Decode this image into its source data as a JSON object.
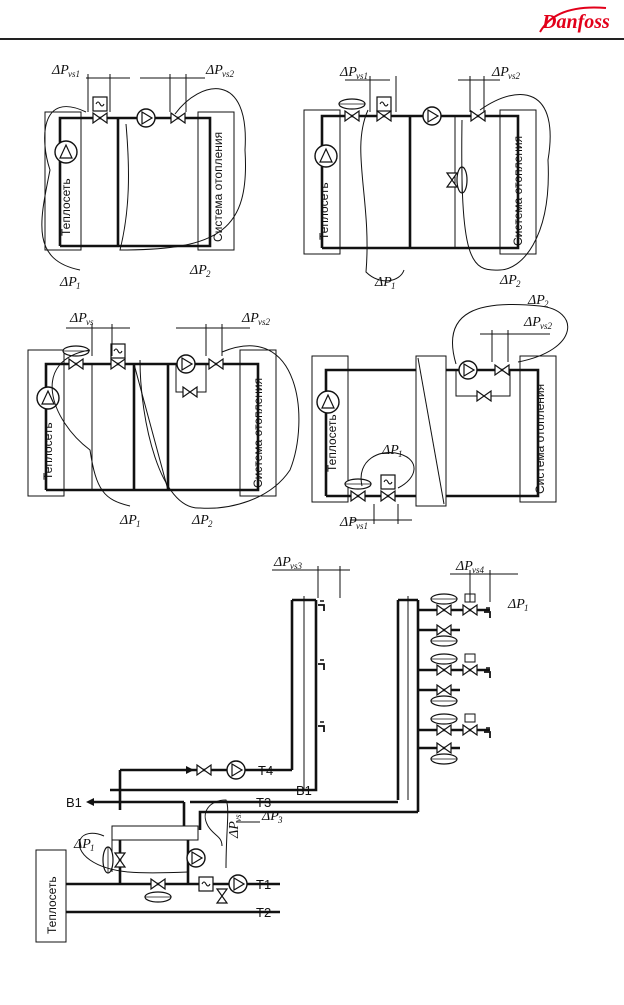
{
  "header": {
    "logo_text": "Danfoss",
    "brand_color": "#e2001a"
  },
  "diagram1": {
    "dp_left_label": "ΔP",
    "dp_left_sub": "vs1",
    "dp_right_label": "ΔP",
    "dp_right_sub": "vs2",
    "source_label": "Теплосеть",
    "system_label": "Система отопления",
    "dp1_label": "ΔP",
    "dp1_sub": "1",
    "dp2_label": "ΔP",
    "dp2_sub": "2"
  },
  "diagram2": {
    "dp_left_label": "ΔP",
    "dp_left_sub": "vs1",
    "dp_right_label": "ΔP",
    "dp_right_sub": "vs2",
    "source_label": "Теплосеть",
    "system_label": "Система отопления",
    "dp1_label": "ΔP",
    "dp1_sub": "1",
    "dp2_label": "ΔP",
    "dp2_sub": "2"
  },
  "diagram3": {
    "dp_left_label": "ΔP",
    "dp_left_sub": "vs",
    "dp_right_label": "ΔP",
    "dp_right_sub": "vs2",
    "source_label": "Теплосеть",
    "system_label": "Система отопления",
    "dp1_label": "ΔP",
    "dp1_sub": "1",
    "dp2_label": "ΔP",
    "dp2_sub": "2"
  },
  "diagram4": {
    "dp2_label": "ΔP",
    "dp2_sub": "2",
    "dp_right_label": "ΔP",
    "dp_right_sub": "vs2",
    "source_label": "Теплосеть",
    "system_label": "Система отопления",
    "dp1_label": "ΔP",
    "dp1_sub": "1",
    "dp_bottom_label": "ΔP",
    "dp_bottom_sub": "vs1"
  },
  "diagram5": {
    "dp_vs3_label": "ΔP",
    "dp_vs3_sub": "vs3",
    "dp_vs4_label": "ΔP",
    "dp_vs4_sub": "vs4",
    "dp1_right_label": "ΔP",
    "dp1_right_sub": "1",
    "t4": "T4",
    "b1_mid": "B1",
    "b1_left": "B1",
    "t3": "T3",
    "dp3_label": "ΔP",
    "dp3_sub": "3",
    "dp_vs1_label": "ΔP",
    "dp_vs1_sub": "vs1",
    "dp1_left_label": "ΔP",
    "dp1_left_sub": "1",
    "t1": "T1",
    "t2": "T2",
    "source_label": "Теплосеть"
  }
}
